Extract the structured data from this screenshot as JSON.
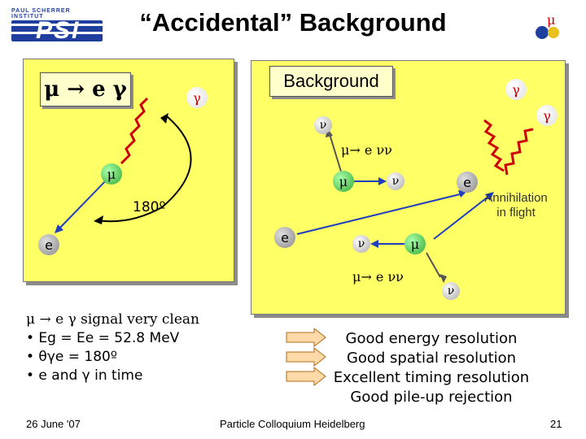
{
  "title": "“Accidental” Background",
  "logo": {
    "top_text": "PAUL SCHERRER INSTITUT",
    "main_text": "PSI"
  },
  "signal": {
    "label": "μ → e γ",
    "gamma": "γ",
    "muon": "μ",
    "electron": "e",
    "angle": "180º"
  },
  "background": {
    "label": "Background",
    "gamma1": "γ",
    "gamma2": "γ",
    "nu_top": "ν",
    "decay1": "μ→ e νν",
    "mu1": "μ",
    "nu1": "ν",
    "e1": "e",
    "annihilation": [
      "Annihilation",
      "in flight"
    ],
    "e2": "e",
    "nu2": "ν",
    "mu2": "μ",
    "decay2": "μ→ e νν",
    "nu3": "ν"
  },
  "bullets": {
    "header": "μ → e γ signal very clean",
    "items": [
      "• Eg = Ee = 52.8 MeV",
      "• θγe = 180º",
      "• e and γ in time"
    ]
  },
  "requirements": [
    "Good energy resolution",
    "Good spatial resolution",
    "Excellent timing resolution",
    "Good pile-up rejection"
  ],
  "footer": {
    "date": "26 June '07",
    "event": "Particle Colloquium Heidelberg",
    "page": "21"
  },
  "colors": {
    "panel": "#ffff66",
    "gamma": "#cc0000",
    "electron": "#888888",
    "muon": "#33aa33",
    "neutrino": "#aaaaaa",
    "logo": "#1f3f9f"
  }
}
